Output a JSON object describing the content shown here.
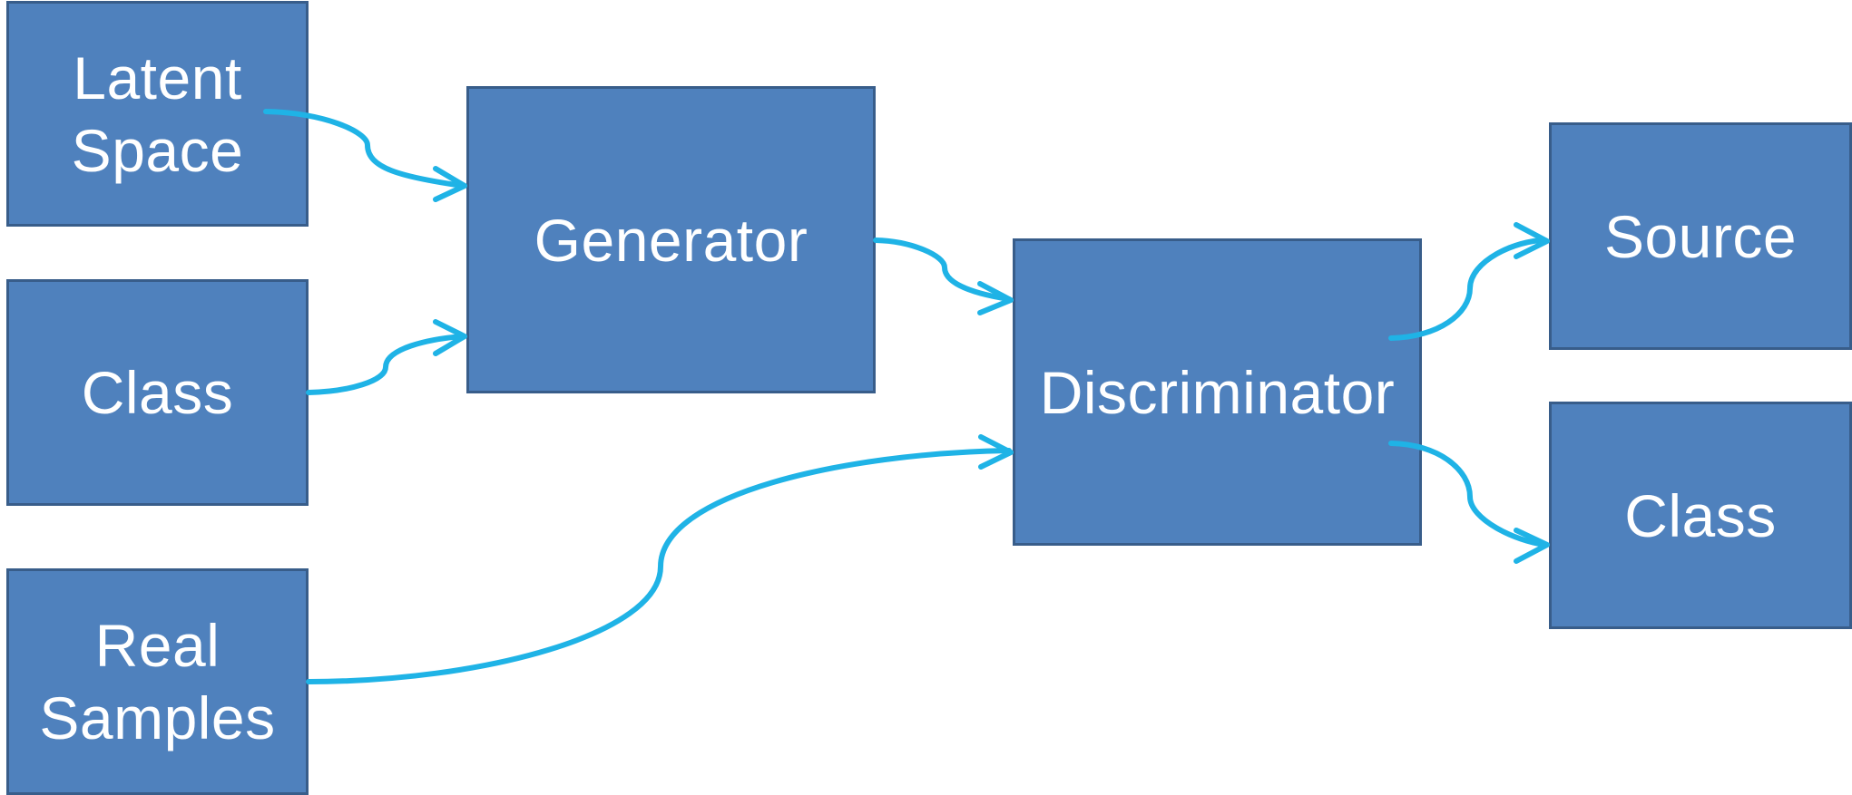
{
  "diagram": {
    "nodes": {
      "latent_space": {
        "lines": [
          "Latent",
          "Space"
        ]
      },
      "class_input": {
        "lines": [
          "Class"
        ]
      },
      "real_samples": {
        "lines": [
          "Real",
          "Samples"
        ]
      },
      "generator": {
        "lines": [
          "Generator"
        ]
      },
      "discriminator": {
        "lines": [
          "Discriminator"
        ]
      },
      "source_output": {
        "lines": [
          "Source"
        ]
      },
      "class_output": {
        "lines": [
          "Class"
        ]
      }
    },
    "edges": [
      {
        "from": "Latent Space",
        "to": "Generator"
      },
      {
        "from": "Class",
        "to": "Generator"
      },
      {
        "from": "Generator",
        "to": "Discriminator"
      },
      {
        "from": "Real Samples",
        "to": "Discriminator"
      },
      {
        "from": "Discriminator",
        "to": "Source"
      },
      {
        "from": "Discriminator",
        "to": "Class"
      }
    ],
    "colors": {
      "box_fill": "#4f81bd",
      "box_border": "#385d8a",
      "text": "#ffffff",
      "connector": "#1fb3e6"
    }
  }
}
